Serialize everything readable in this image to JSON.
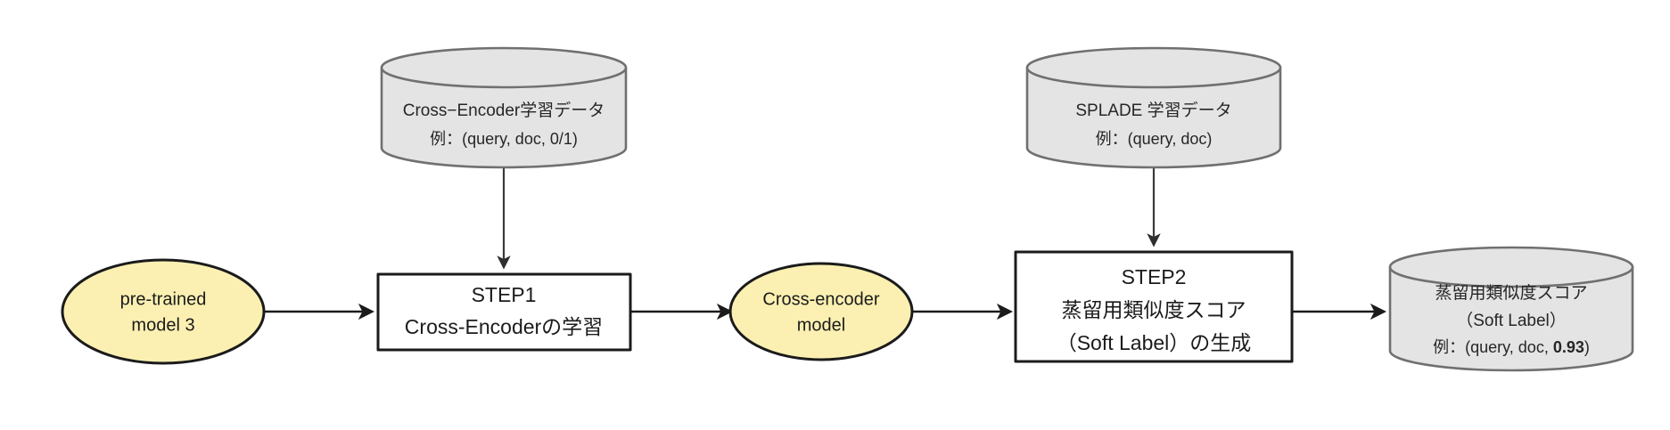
{
  "diagram": {
    "type": "flowchart",
    "orientation": "left-to-right",
    "background_color": "#ffffff",
    "colors": {
      "ellipse_fill": "#fbf0b2",
      "ellipse_stroke": "#1b1b1b",
      "process_fill": "#ffffff",
      "process_stroke": "#1b1b1b",
      "cylinder_fill": "#e4e4e4",
      "cylinder_stroke": "#70706f",
      "edge": "#1b1b1b",
      "text": "#1b1b1b"
    },
    "nodes": [
      {
        "id": "pretrained",
        "shape": "ellipse",
        "lines": [
          "pre-trained",
          "model 3"
        ]
      },
      {
        "id": "ce-data",
        "shape": "cylinder",
        "lines": [
          "Cross−Encoder学習データ",
          "例：(query, doc, 0/1)"
        ]
      },
      {
        "id": "step1",
        "shape": "process",
        "lines": [
          "STEP1",
          "Cross-Encoderの学習"
        ]
      },
      {
        "id": "ce-model",
        "shape": "ellipse",
        "lines": [
          "Cross-encoder",
          "model"
        ]
      },
      {
        "id": "splade-data",
        "shape": "cylinder",
        "lines": [
          "SPLADE 学習データ",
          "例：(query, doc)"
        ]
      },
      {
        "id": "step2",
        "shape": "process",
        "lines": [
          "STEP2",
          "蒸留用類似度スコア",
          "（Soft Label）の生成"
        ]
      },
      {
        "id": "soft-label-store",
        "shape": "cylinder",
        "lines": [
          "蒸留用類似度スコア",
          "（Soft Label）"
        ],
        "example_prefix": "例：(query, doc, ",
        "example_value": "0.93",
        "example_suffix": ")"
      }
    ],
    "edges": [
      {
        "from": "pretrained",
        "to": "step1",
        "direction": "right"
      },
      {
        "from": "ce-data",
        "to": "step1",
        "direction": "down"
      },
      {
        "from": "step1",
        "to": "ce-model",
        "direction": "right"
      },
      {
        "from": "ce-model",
        "to": "step2",
        "direction": "right"
      },
      {
        "from": "splade-data",
        "to": "step2",
        "direction": "down"
      },
      {
        "from": "step2",
        "to": "soft-label-store",
        "direction": "right"
      }
    ]
  }
}
